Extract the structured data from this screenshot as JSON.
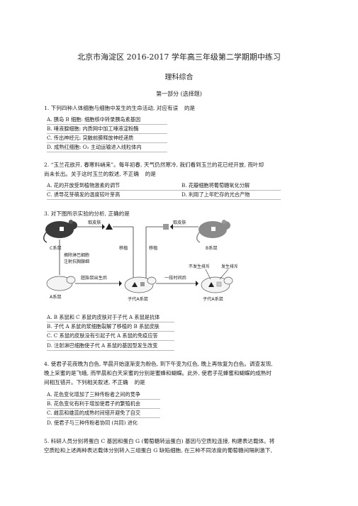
{
  "header": {
    "title": "北京市海淀区  2016-2017 学年高三年级第二学期期中练习",
    "subject": "理科综合",
    "section": "第一部分 (选择题)"
  },
  "q1": {
    "stem": "1. 下列四种人体细胞与细胞中发生的生命活动, 对应有误",
    "tail": "的是",
    "options": [
      "A. 胰岛  B 细胞: 细胞核中转录胰岛素基因",
      "B. 唾液腺细胞: 内质网中加工唾液淀粉酶",
      "C. 传出神经元: 突触前膜释放神经递质",
      "D. 成熟红细胞: O₂ 主动运输进入线粒体内"
    ]
  },
  "q2": {
    "line1": "2. “玉兰花欲开, 春寒料峭来”。每年初春, 天气仍然寒冷, 我们看到玉兰的花已经开放, 而叶却",
    "line2": "尚未长出。关于这时玉兰的叙述, 不正确",
    "tail": "的是",
    "options": [
      "A. 花的开放受到植物激素的调节",
      "B. 花瓣细胞将葡萄糖氧化分解",
      "C. 诱导花芽萌发的温度较叶芽高",
      "D. 利用了上年贮存的光合产物"
    ]
  },
  "q3": {
    "stem": "3. 对下图所示实验的分析, 正确的是",
    "figure": {
      "take_skin": "取皮肤",
      "c_mouse": "C系鼠",
      "b_mouse": "B系鼠",
      "inject": [
        "移植",
        "移植"
      ],
      "remove_lymph": "摘除淋巴细胞",
      "inject_nerve": "注射抗胸腺细",
      "a_mouse": "A系鼠",
      "newborn": "胚胎鼠出生后",
      "later": "一段时间后",
      "offspring": "子代A系鼠",
      "no_reject": "不发生排斥",
      "reject": "发生排斥"
    },
    "options": [
      "A. B 系鼠和  C 系鼠的皮肤对于子代  A 系鼠是抗体",
      "B. 子代  A 系鼠的浆细胞裂解了移植的   B 系鼠皮肤",
      "C. C 系鼠的皮肤没有引起子代   A 系鼠的免疫应答",
      "D. 注射淋巴细胞使子代   A 系鼠的基因型发生改变"
    ]
  },
  "q4": {
    "line1": "4. 使君子花夜晚为白色, 早晨开始逐渐变为粉色, 到下午变为红色, 晚上再恢复为白色。调查发现,",
    "line2": "晚上采蜜的是飞蛾, 而早晨和白天采蜜的分别是蜜蜂和蝴蝶。此外, 使君子花蜂蜜和蝴蝶的成熟时",
    "line3": "间相互错开。下列相关叙述, 不正确",
    "tail": "的是",
    "options": [
      "A. 花色变化增加了三种传粉者之间的竞争",
      "B. 花色变化有利于增加使君子的繁殖机会",
      "C. 雌蕊和雄蕊的成熟时间错开避免了自交",
      "D. 使君子与三种传粉者协同 (共同) 进化"
    ]
  },
  "q5": {
    "line1": "5. 科研人员分别将蛋白   C 基因和蛋白   G (葡萄糖转运蛋白) 基因与空质粒连接, 构建表达载体。将",
    "line2": "空质粒和上述两种表达载体分别转入三组蛋白         G 缺陷细胞, 在三种不同浓度的葡萄糖间隔刺激下,"
  }
}
